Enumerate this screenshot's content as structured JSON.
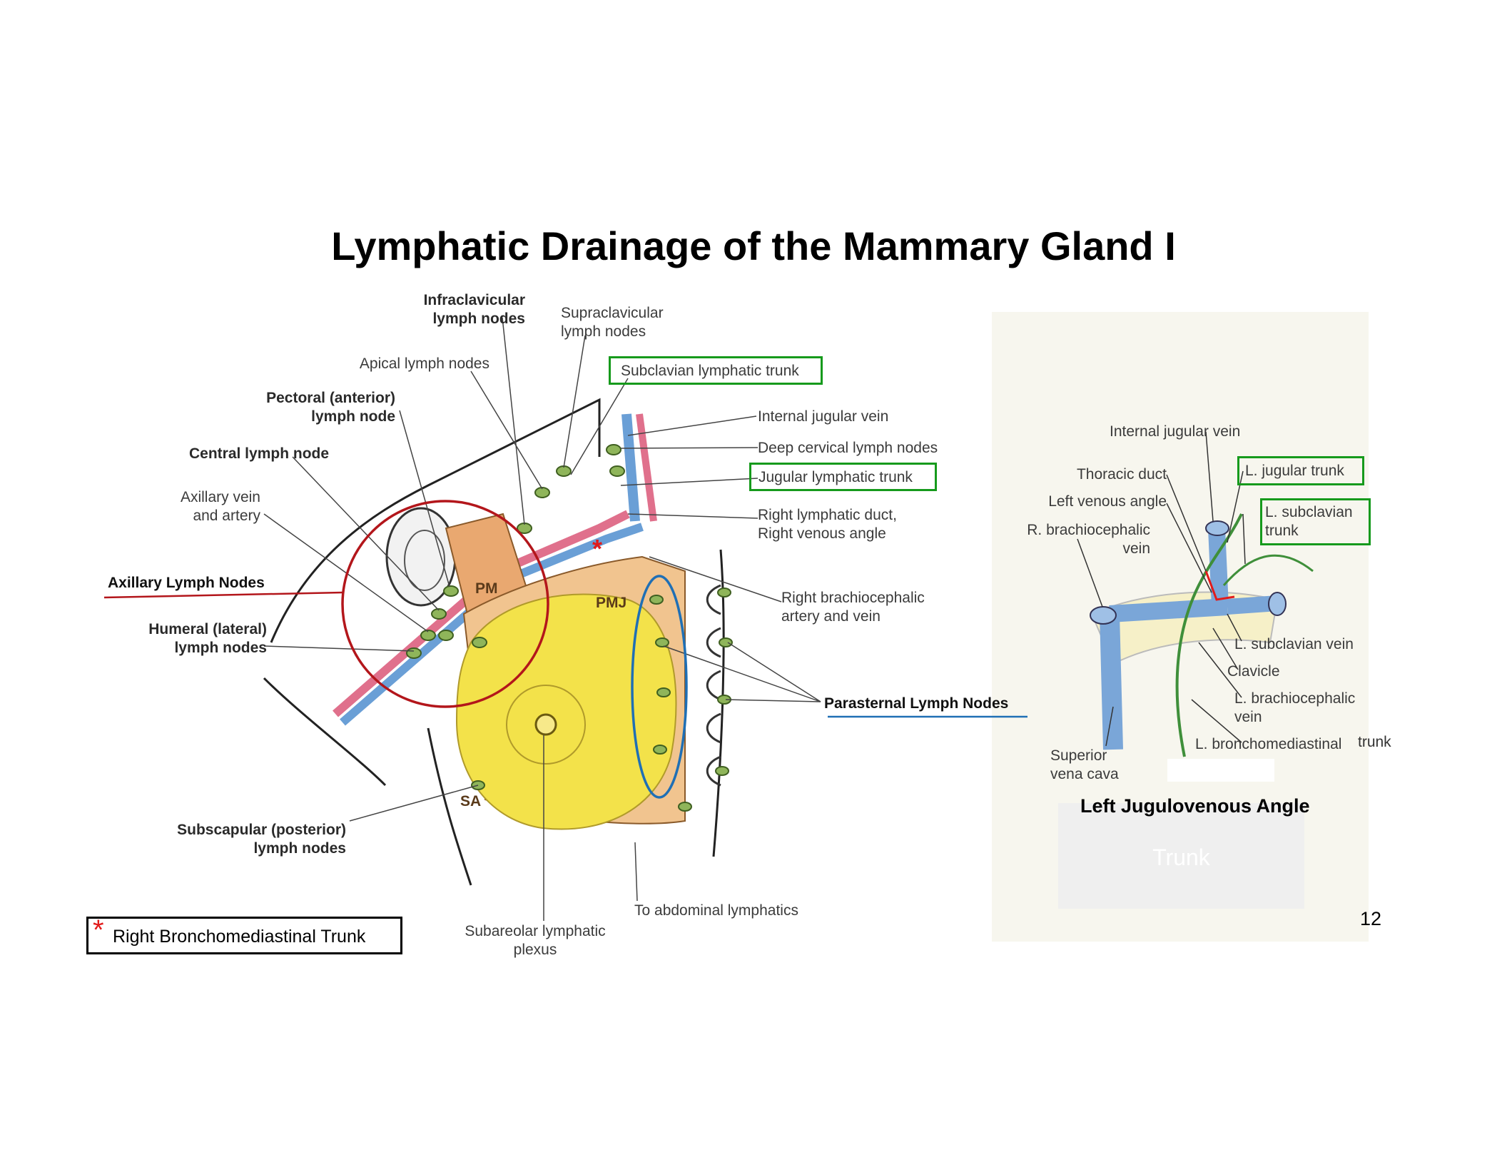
{
  "slide": {
    "title": "Lymphatic Drainage of the Mammary Gland I",
    "page_number": "12"
  },
  "left_diagram": {
    "labels": {
      "infraclavicular": "Infraclavicular\nlymph nodes",
      "supraclavicular": "Supraclavicular\nlymph nodes",
      "apical": "Apical lymph nodes",
      "pectoral": "Pectoral (anterior)\nlymph node",
      "central": "Central lymph node",
      "axillary_vein": "Axillary vein\nand artery",
      "humeral": "Humeral (lateral)\nlymph nodes",
      "subscapular": "Subscapular (posterior)\nlymph nodes",
      "subareolar": "Subareolar lymphatic\nplexus",
      "abdominal": "To abdominal lymphatics",
      "subclavian_trunk": "Subclavian lymphatic trunk",
      "internal_jugular": "Internal jugular vein",
      "deep_cervical": "Deep cervical lymph nodes",
      "jugular_trunk": "Jugular lymphatic trunk",
      "right_duct": "Right lymphatic duct,\nRight venous angle",
      "right_brachio": "Right brachiocephalic\nartery and vein",
      "pm": "PM",
      "pmj": "PMJ",
      "sa": "SA"
    },
    "callouts": {
      "axillary": "Axillary  Lymph Nodes",
      "parasternal": "Parasternal Lymph Nodes"
    },
    "marker": "*"
  },
  "right_diagram": {
    "labels": {
      "internal_jugular": "Internal jugular vein",
      "thoracic_duct": "Thoracic duct",
      "left_venous_angle": "Left venous angle",
      "r_brachio": "R. brachiocephalic\nvein",
      "l_jugular_trunk": "L. jugular trunk",
      "l_subclavian_trunk": "L. subclavian\ntrunk",
      "l_subclavian_vein": "L. subclavian vein",
      "clavicle": "Clavicle",
      "l_brachio_vein": "L. brachiocephalic\nvein",
      "l_broncho": "L. bronchomediastinal",
      "trunk": "trunk",
      "svc": "Superior\nvena cava"
    },
    "caption": "Left Jugulovenous Angle",
    "ghost_text": "Trunk"
  },
  "legend": {
    "marker": "*",
    "text": "Right Bronchomediastinal Trunk"
  },
  "colors": {
    "axillary_circle": "#b3161b",
    "parasternal_ellipse": "#1f6fb5",
    "box_green": "#169a1c",
    "marker_red": "#e21b1b",
    "breast_yellow": "#f3e24a",
    "muscle_orange": "#e9a870",
    "vein_blue": "#6a9fd6",
    "artery_pink": "#e0708c",
    "node_green": "#8fb55a"
  }
}
